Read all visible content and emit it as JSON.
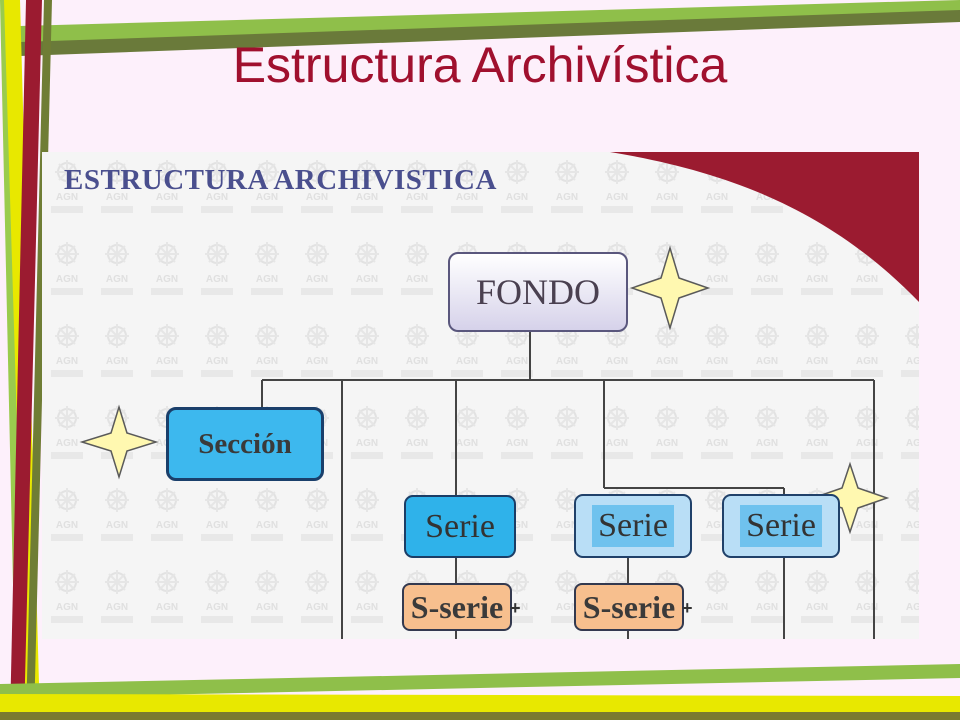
{
  "slide": {
    "title": "Estructura Archivística"
  },
  "figure": {
    "heading": "ESTRUCTURA ARCHIVISTICA",
    "watermark_text": "AGN",
    "nodes": {
      "fondo": "FONDO",
      "seccion": "Sección",
      "serie_1": "Serie",
      "serie_2": "Serie",
      "serie_3": "Serie",
      "subserie_1": "S-serie",
      "subserie_2": "S-serie",
      "subserie_suffix": "+"
    }
  },
  "colors": {
    "title": "#a0102e",
    "heading": "#4a4f8e",
    "accent_red": "#9b1b30",
    "star": "#fff8b0",
    "seccion_fill": "#3db8ee",
    "serie_dark_fill": "#2fb2ea",
    "serie_light_fill": "#b9def6",
    "subserie_fill": "#f7bf8e"
  }
}
